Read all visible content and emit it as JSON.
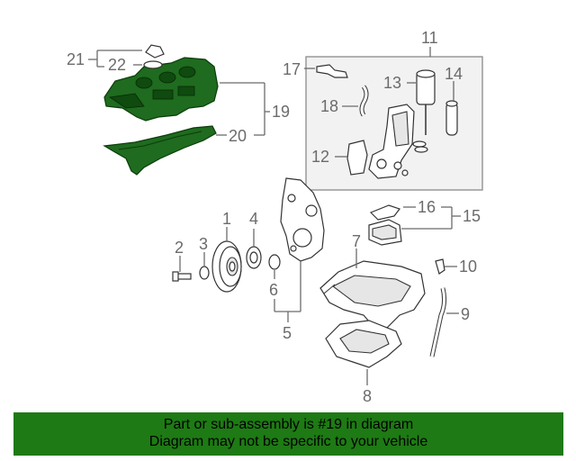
{
  "callouts": {
    "c1": "1",
    "c2": "2",
    "c3": "3",
    "c4": "4",
    "c5": "5",
    "c6": "6",
    "c7": "7",
    "c8": "8",
    "c9": "9",
    "c10": "10",
    "c11": "11",
    "c12": "12",
    "c13": "13",
    "c14": "14",
    "c15": "15",
    "c16": "16",
    "c17": "17",
    "c18": "18",
    "c19": "19",
    "c20": "20",
    "c21": "21",
    "c22": "22"
  },
  "banner": {
    "line1": "Part or sub-assembly is #19 in diagram",
    "line2": "Diagram may not be specific to your vehicle"
  },
  "colors": {
    "highlight": "#1f6b1f",
    "banner": "#1e7a14",
    "linework": "#6b6b6b"
  }
}
